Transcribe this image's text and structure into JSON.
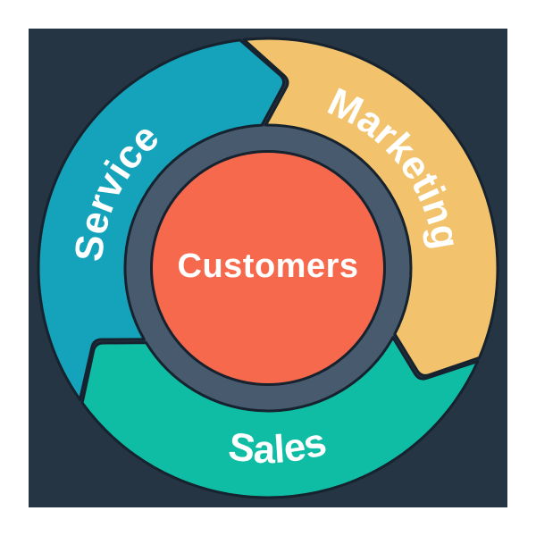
{
  "diagram": {
    "center_label": "Customers",
    "segments": [
      {
        "id": "marketing",
        "label": "Marketing"
      },
      {
        "id": "sales",
        "label": "Sales"
      },
      {
        "id": "service",
        "label": "Service"
      }
    ]
  },
  "colors": {
    "page_background": "#ffffff",
    "background_navy": "#263544",
    "outline_dark": "#16222e",
    "inner_ring_slate": "#475a6e",
    "center_orange": "#f7694d",
    "marketing_yellow": "#f2c36c",
    "sales_green": "#0fbda4",
    "service_teal": "#14a3bb",
    "label_text": "#ffffff"
  }
}
